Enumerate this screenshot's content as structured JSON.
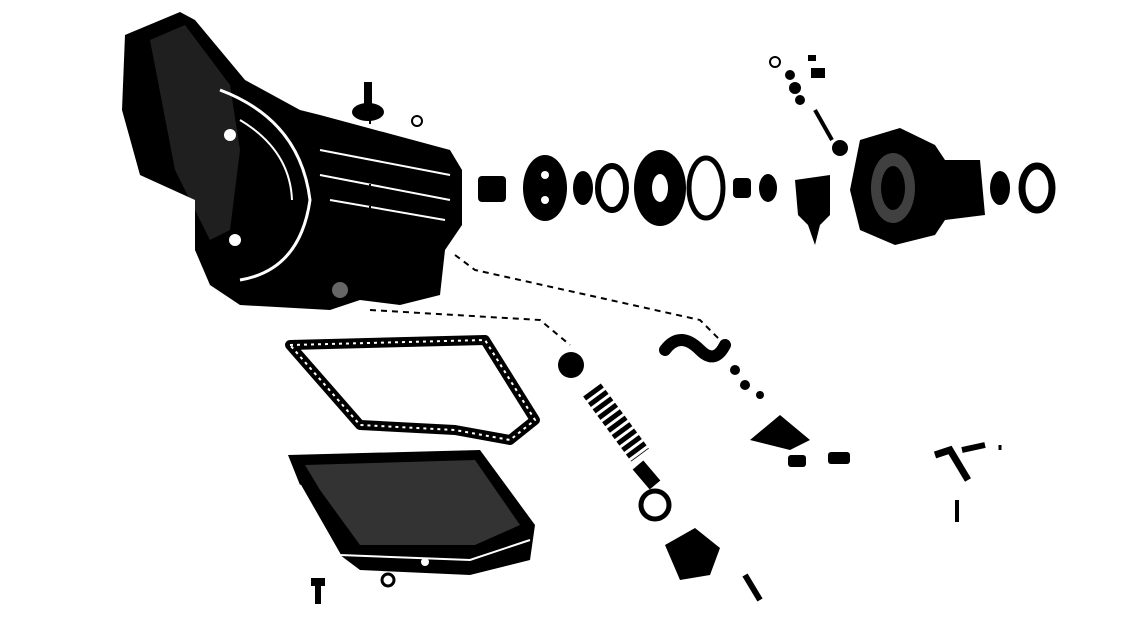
{
  "diagram": {
    "kind": "exploded-view line drawing",
    "colors": {
      "ink": "#000000",
      "paper": "#ffffff"
    },
    "leader_line_style": "dashed",
    "parts": [
      "transmission-case",
      "extension-housing",
      "oil-pan",
      "oil-pan-gasket",
      "valve-assembly",
      "linkage",
      "seals-and-bearings"
    ]
  }
}
